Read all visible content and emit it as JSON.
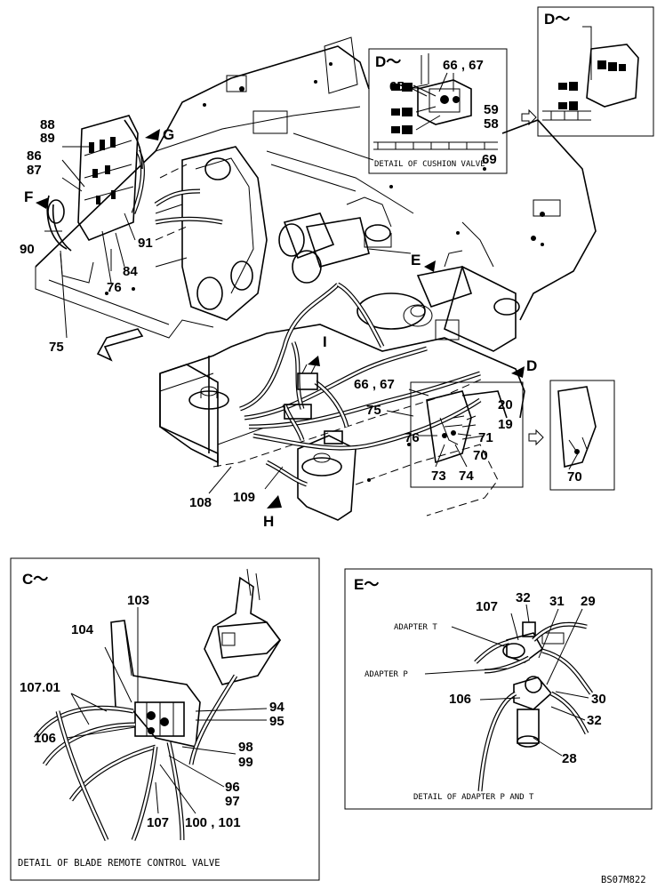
{
  "labels": {
    "l88": "88",
    "l89": "89",
    "l86": "86",
    "l87": "87",
    "lF": "F",
    "lG": "G",
    "l90": "90",
    "l91": "91",
    "l84": "84",
    "l76a": "76",
    "l75a": "75",
    "lE": "E",
    "lI": "I",
    "lD": "D",
    "l6667b": "66 , 67",
    "l75b": "75",
    "l20": "20",
    "l19": "19",
    "l71": "71",
    "l76b": "76",
    "l70a": "70",
    "l73": "73",
    "l74": "74",
    "l70b": "70",
    "l108": "108",
    "l109": "109",
    "lH": "H",
    "dD": "D～",
    "l6667a": "66 , 67",
    "l65": "65",
    "l59": "59",
    "l58": "58",
    "l69": "69",
    "dD2": "D～",
    "dC": "C～",
    "l103": "103",
    "l104": "104",
    "l10701": "107.01",
    "l94": "94",
    "l95": "95",
    "l106a": "106",
    "l98": "98",
    "l99": "99",
    "l96": "96",
    "l97": "97",
    "l107a": "107",
    "l100101": "100 , 101",
    "dE": "E～",
    "l107b": "107",
    "l32a": "32",
    "l31": "31",
    "l29": "29",
    "adT": "ADAPTER T",
    "adP": "ADAPTER P",
    "l30": "30",
    "l106b": "106",
    "l32b": "32",
    "l28": "28",
    "ref": "BS07M822"
  },
  "captions": {
    "cushion": "DETAIL OF CUSHION VALVE",
    "blade": "DETAIL OF BLADE REMOTE CONTROL VALVE",
    "adapter": "DETAIL OF ADAPTER P AND T"
  }
}
